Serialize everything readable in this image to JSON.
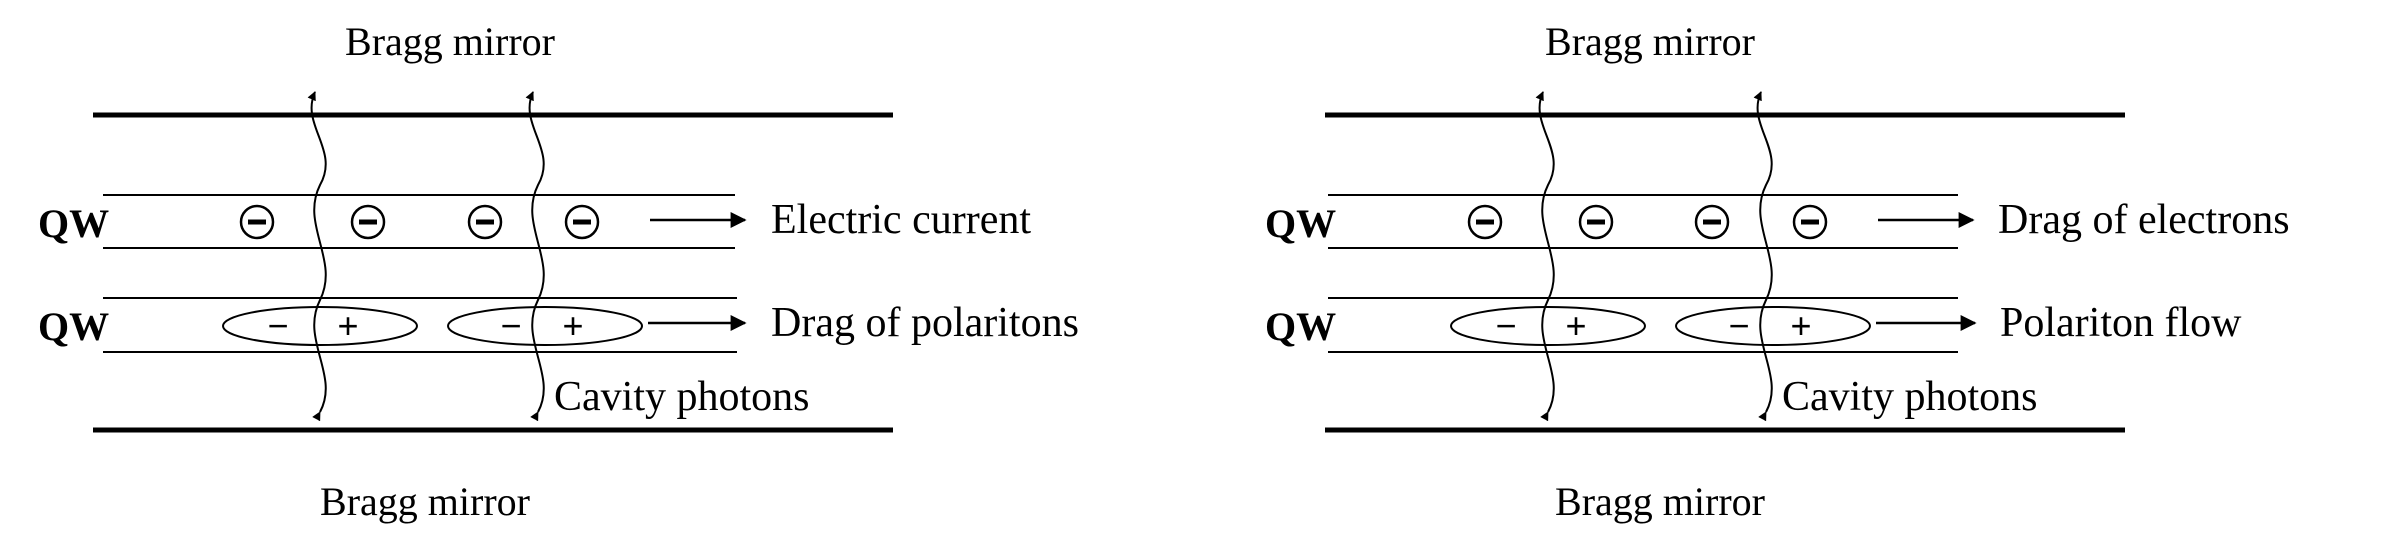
{
  "panels": [
    {
      "top_mirror": "Bragg mirror",
      "bottom_mirror": "Bragg mirror",
      "qw_top": "QW",
      "qw_bottom": "QW",
      "top_label": "Electric current",
      "bottom_label": "Drag of polaritons",
      "photon_label": "Cavity photons"
    },
    {
      "top_mirror": "Bragg mirror",
      "bottom_mirror": "Bragg mirror",
      "qw_top": "QW",
      "qw_bottom": "QW",
      "top_label": "Drag of electrons",
      "bottom_label": "Polariton flow",
      "photon_label": "Cavity photons"
    }
  ],
  "signs": {
    "minus": "−",
    "plus": "+"
  }
}
